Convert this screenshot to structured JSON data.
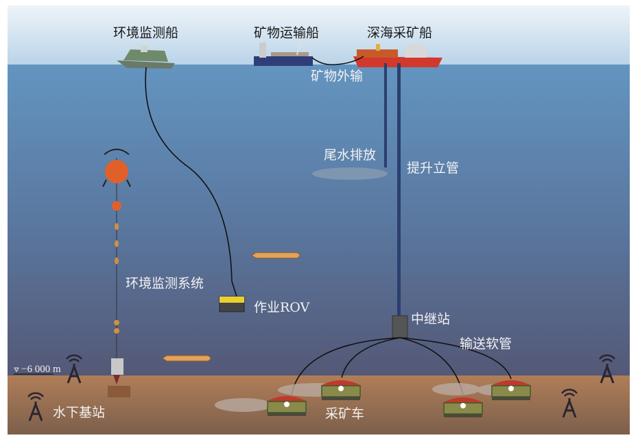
{
  "labels": {
    "env_ship": "环境监测船",
    "transport_ship": "矿物运输船",
    "mining_ship": "深海采矿船",
    "ore_transfer": "矿物外输",
    "tailwater": "尾水排放",
    "riser": "提升立管",
    "env_system": "环境监测系统",
    "rov": "作业ROV",
    "relay": "中继站",
    "hose": "输送软管",
    "base_station": "水下基站",
    "collector": "采矿车",
    "depth": "−6 000 m"
  },
  "colors": {
    "sky": "#dbe8f2",
    "water_top": "#5f8fbb",
    "water_bottom": "#555a78",
    "seabed": "#a87a58",
    "cable": "#111111",
    "riser": "#2b3f6e"
  }
}
